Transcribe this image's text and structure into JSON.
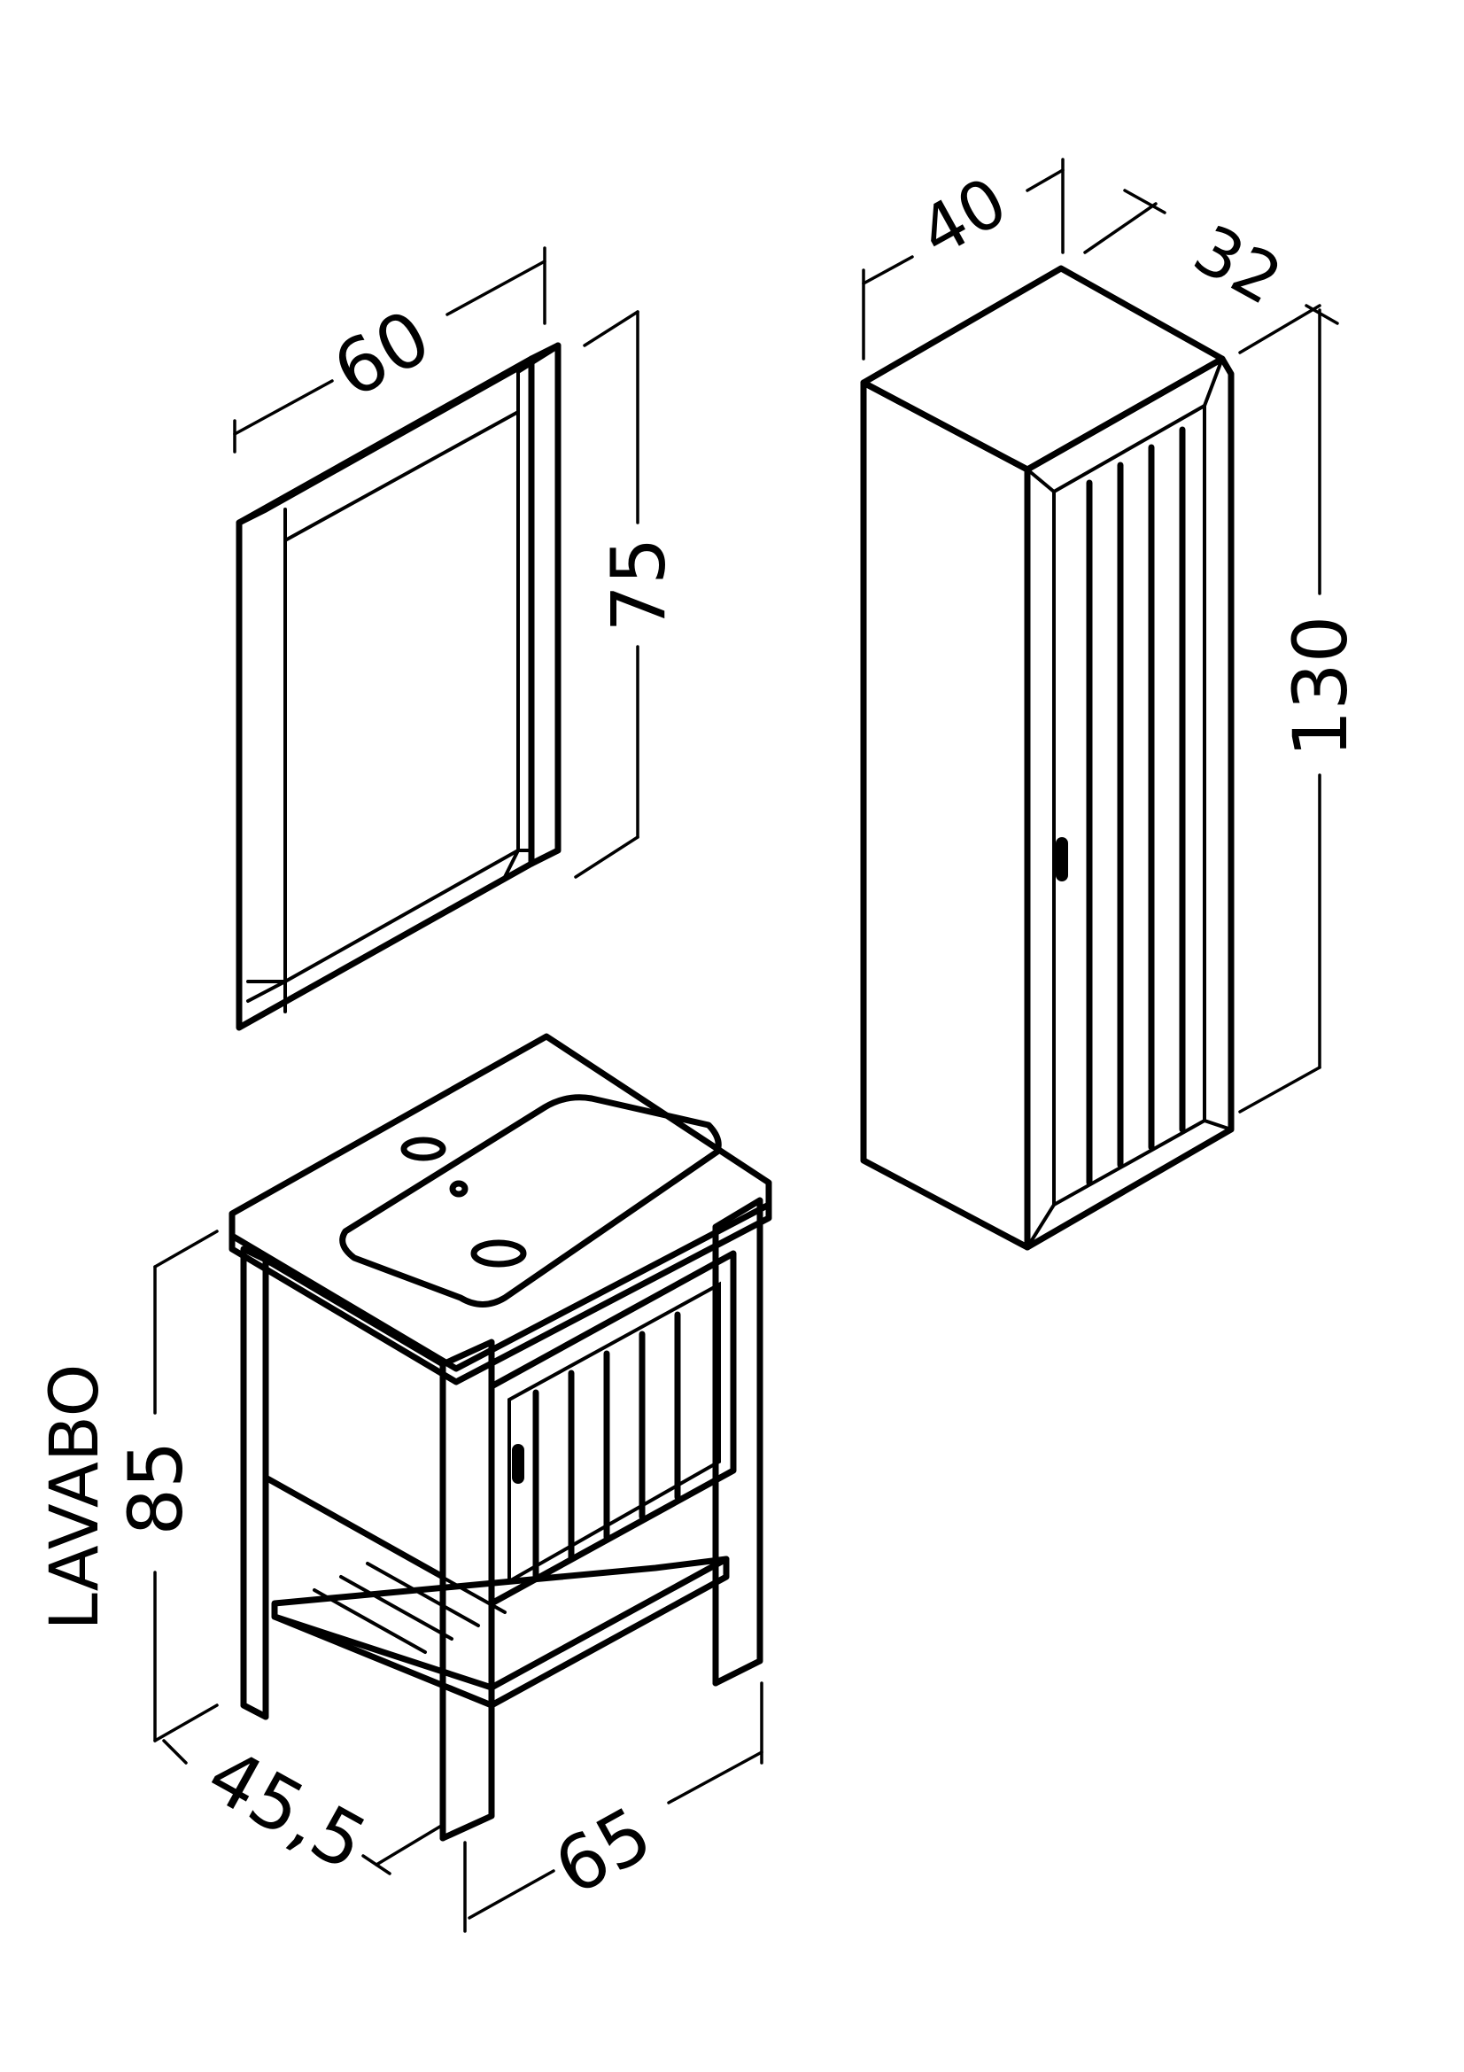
{
  "mirror": {
    "width_label": "60",
    "height_label": "75"
  },
  "column": {
    "width_label": "40",
    "depth_label": "32",
    "height_label": "130"
  },
  "vanity": {
    "name_label": "LAVABO",
    "height_label": "85",
    "depth_label": "45,5",
    "width_label": "65"
  }
}
